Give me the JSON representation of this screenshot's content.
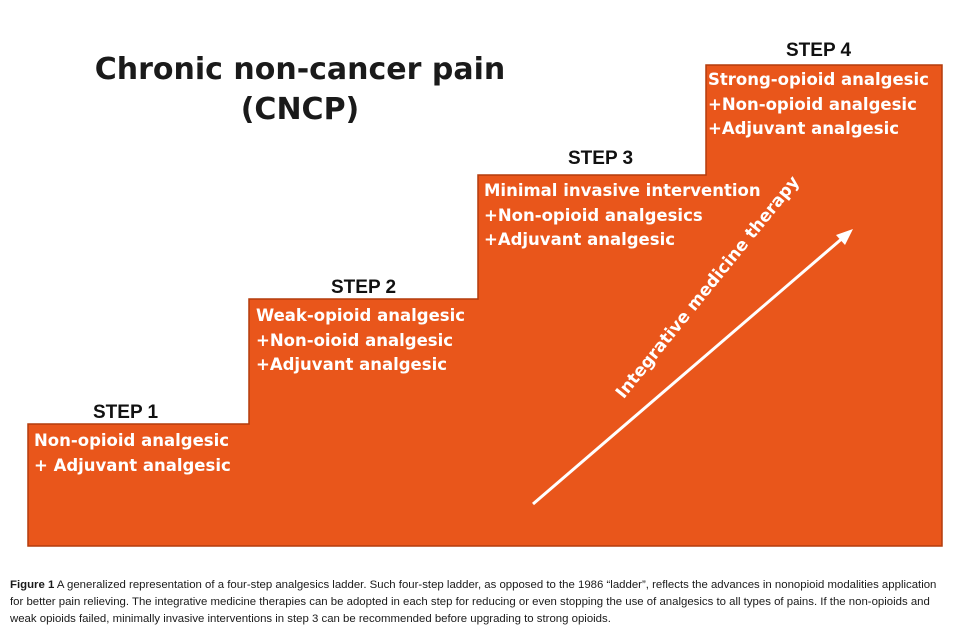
{
  "title": {
    "line1": "Chronic non-cancer pain",
    "line2": "(CNCP)"
  },
  "steps": [
    {
      "label": "STEP 1",
      "lines": [
        "Non-opioid analgesic",
        "+ Adjuvant analgesic"
      ]
    },
    {
      "label": "STEP 2",
      "lines": [
        "Weak-opioid analgesic",
        "+Non-oioid  analgesic",
        "+Adjuvant analgesic"
      ]
    },
    {
      "label": "STEP 3",
      "lines": [
        "Minimal invasive intervention",
        "+Non-opioid analgesics",
        "+Adjuvant analgesic"
      ]
    },
    {
      "label": "STEP 4",
      "lines": [
        "Strong-opioid analgesic",
        "+Non-opioid analgesic",
        "+Adjuvant analgesic"
      ]
    }
  ],
  "arrow_label": "Integrative medicine therapy",
  "caption": {
    "prefix": "Figure 1",
    "text": "A generalized representation of a four-step analgesics ladder. Such four-step ladder, as opposed to the 1986 “ladder”, reflects the advances in nonopioid modalities application for better pain relieving. The integrative medicine therapies can be adopted in each step for reducing or even stopping the use of analgesics to all types of pains. If the non-opioids and weak opioids failed, minimally invasive interventions in step 3 can be recommended before upgrading to strong opioids."
  },
  "colors": {
    "stair_fill": "#e9561b",
    "stair_border": "#b43c0c",
    "text_on_stair": "#ffffff",
    "arrow": "#ffffff"
  }
}
